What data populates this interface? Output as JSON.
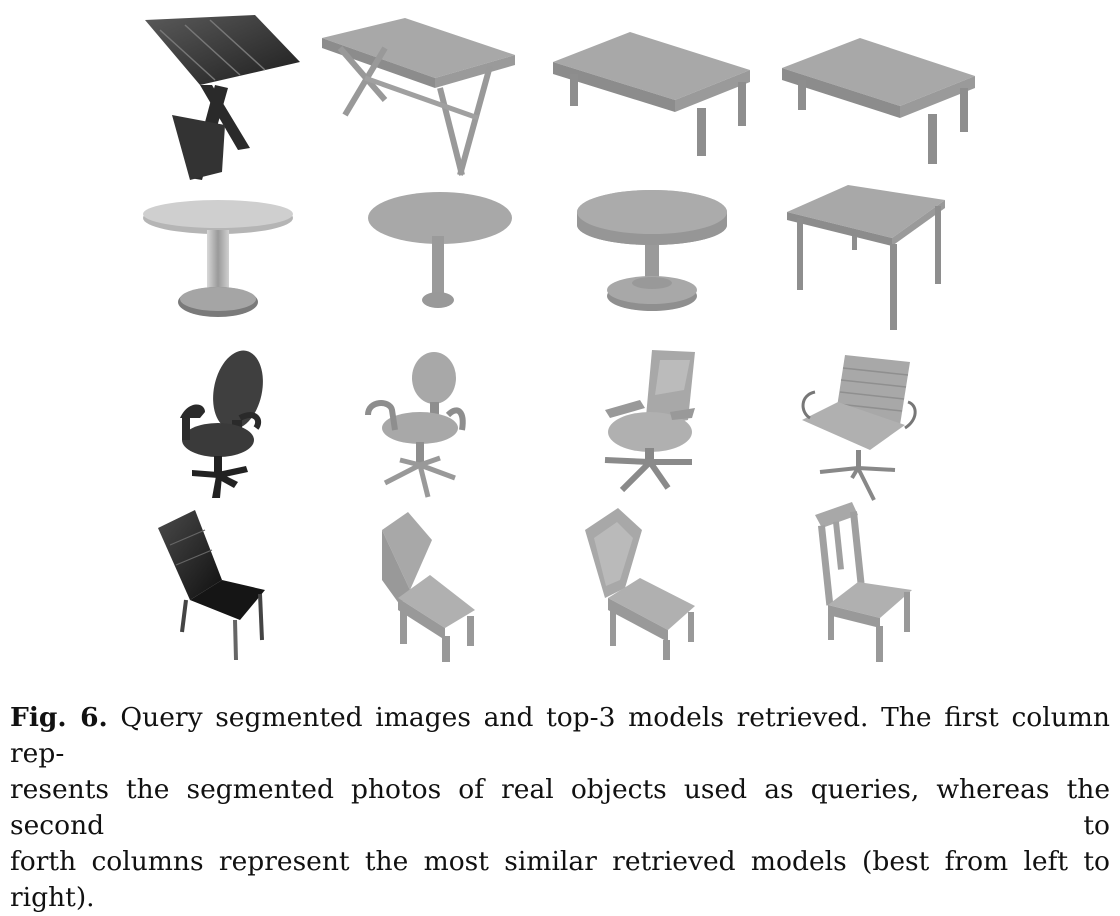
{
  "caption": {
    "label": "Fig. 6.",
    "lines": [
      " Query segmented images and top-3 models retrieved. The first column rep-",
      "resents the segmented photos of real objects used as queries, whereas the second to",
      "forth columns represent the most similar retrieved models (best from left to right)."
    ]
  },
  "colors": {
    "photo_dark": "#3a3a3a",
    "model_gray": "#a8a8a8",
    "model_shadow": "#8c8c8c"
  }
}
